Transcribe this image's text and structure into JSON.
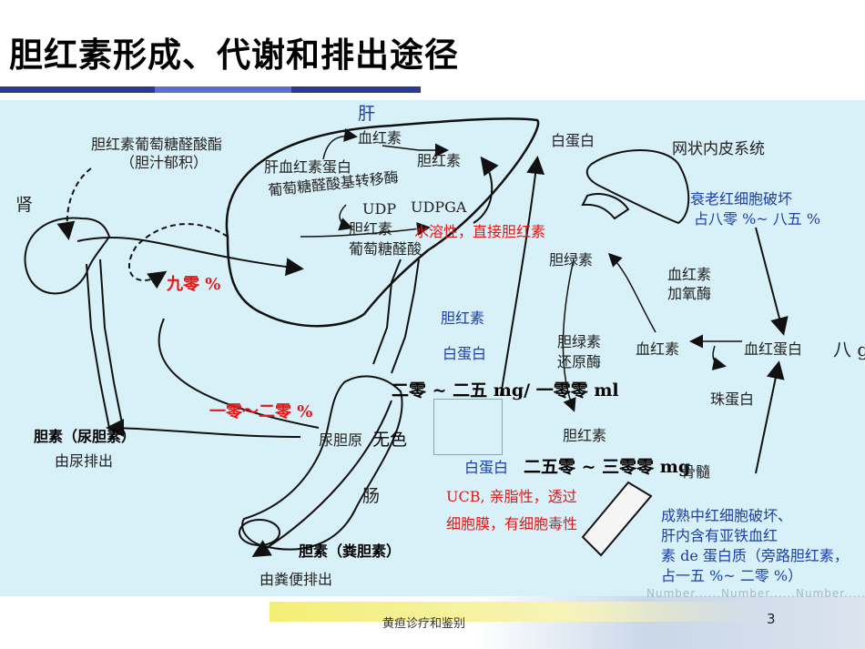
{
  "title": "胆红素形成、代谢和排出途径",
  "colors": {
    "title_bar": [
      "#2b3a8f",
      "#5a6fd0",
      "#9fb3ee"
    ],
    "panel": "#d8f0f8",
    "red": "#e01818",
    "blue": "#1a3fa8"
  },
  "labels": {
    "liver": "肝",
    "hemoglobin_top": "血红素",
    "liver_heme_protein": "肝血红素蛋白",
    "bilirubin_top": "胆红素",
    "albumin_top": "白蛋白",
    "reticulo": "网状内皮系统",
    "glucuronyl_transferase": "葡萄糖醛酸基转移酶",
    "udp": "UDP",
    "udpga": "UDPGA",
    "bili_glucuronide_1": "胆红素",
    "bili_glucuronide_2": "葡萄糖醛酸",
    "water_soluble": "水溶性，直接胆红素",
    "conj_ester_1": "胆红素葡萄糖醛酸酯",
    "conj_ester_2": "（胆汁郁积）",
    "kidney": "肾",
    "ninety_pct": "九零 %",
    "senescent_rbc_1": "衰老红细胞破坏",
    "senescent_rbc_2": "占八零 %~ 八五 %",
    "biliverdin": "胆绿素",
    "heme_oxygenase_1": "血红素",
    "heme_oxygenase_2": "加氧酶",
    "box_bili": "胆红素",
    "box_albumin": "白蛋白",
    "biliverdin_reductase_1": "胆绿素",
    "biliverdin_reductase_2": "还原酶",
    "heme_mid": "血红素",
    "hemoglobin": "血红蛋白",
    "globin": "珠蛋白",
    "cut_text": "八 g",
    "serum_range": "二零 ~ 二五 mg/ 一零零 ml",
    "ten_twenty_pct": "一零～二零 %",
    "urobilin_label": "胆素（尿胆素）",
    "urine_excrete": "由尿排出",
    "urobilinogen": "尿胆原",
    "colorless": "无色",
    "bilirubin_low": "胆红素",
    "albumin_low": "白蛋白",
    "daily_range": "二五零 ~ 三零零 mg",
    "bone_marrow": "骨髓",
    "intestine": "肠",
    "ucb_1": "UCB, 亲脂性，透过",
    "ucb_2": "细胞膜，有细胞毒性",
    "stercobilin": "胆素（粪胆素）",
    "feces_excrete": "由粪便排出",
    "shunt_1": "成熟中红细胞破坏、",
    "shunt_2": "肝内含有亚铁血红",
    "shunt_3": "素 de 蛋白质（旁路胆红素，",
    "shunt_4": "占一五 %~ 二零 %）"
  },
  "footer": {
    "text": "黄疸诊疗和鉴别",
    "page": "3",
    "watermark": "Number......Number......Number......"
  }
}
